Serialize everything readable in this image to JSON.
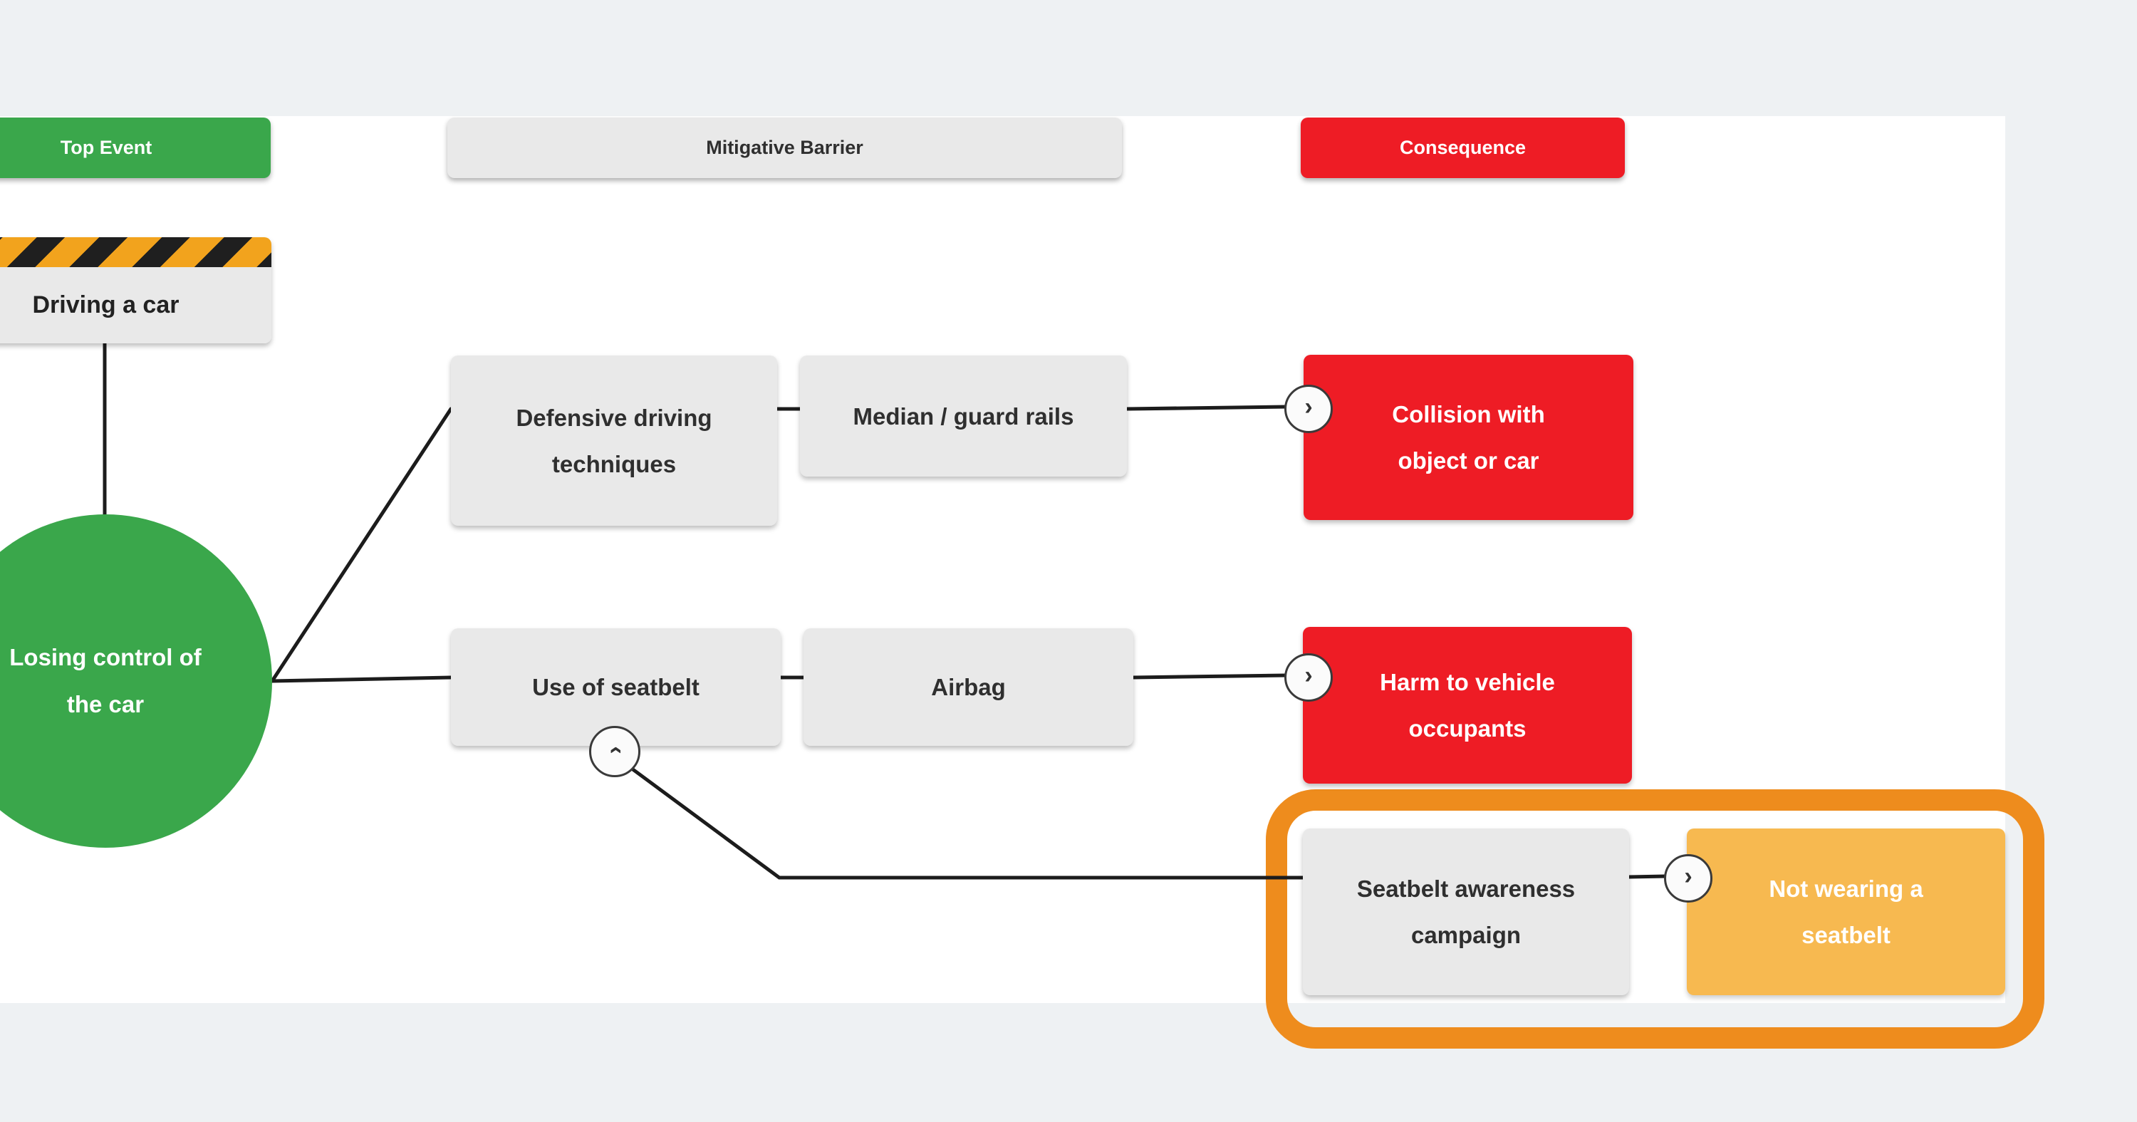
{
  "colors": {
    "page_bg": "#eef1f3",
    "canvas_bg": "#ffffff",
    "top_event_green": "#3aa74b",
    "consequence_red": "#ee1c25",
    "escalation_amber": "#f7b950",
    "barrier_gray": "#e9e9e9",
    "hazard_stripe_orange": "#f2a31d",
    "highlight_orange": "#ee8c1d",
    "connector_black": "#1c1c1c"
  },
  "headers": {
    "top_event": {
      "label": "Top Event"
    },
    "mitigative_barrier": {
      "label": "Mitigative Barrier"
    },
    "consequence": {
      "label": "Consequence"
    }
  },
  "hazard": {
    "label": "Driving a car"
  },
  "top_event_circle": {
    "line1": "Losing control of",
    "line2": "the car"
  },
  "barriers": {
    "defensive": {
      "line1": "Defensive driving",
      "line2": "techniques"
    },
    "median": {
      "line1": "Median / guard rails"
    },
    "seatbelt": {
      "line1": "Use of seatbelt"
    },
    "airbag": {
      "line1": "Airbag"
    },
    "campaign": {
      "line1": "Seatbelt awareness",
      "line2": "campaign"
    }
  },
  "consequences": {
    "collision": {
      "line1": "Collision with",
      "line2": "object or car"
    },
    "harm": {
      "line1": "Harm to vehicle",
      "line2": "occupants"
    },
    "not_wearing": {
      "line1": "Not wearing a",
      "line2": "seatbelt"
    }
  },
  "icons": {
    "chevron_right": "›",
    "chevron_up": "›"
  }
}
